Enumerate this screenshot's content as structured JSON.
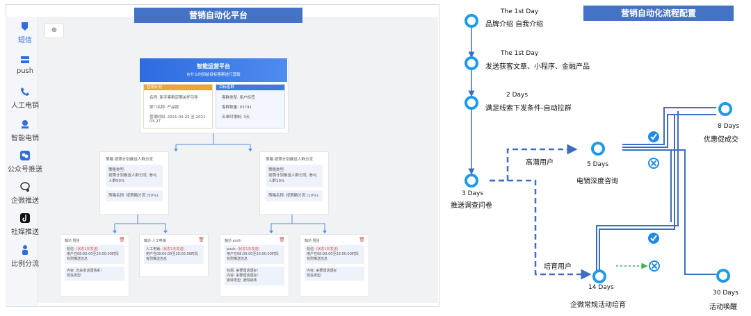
{
  "left": {
    "title": "营销自动化平台",
    "sidebar": [
      {
        "label": "短信",
        "icon": "sms-icon",
        "active": true
      },
      {
        "label": "push",
        "icon": "push-icon",
        "active": false
      },
      {
        "label": "人工电销",
        "icon": "phone-icon",
        "active": false
      },
      {
        "label": "智能电销",
        "icon": "headset-icon",
        "active": false
      },
      {
        "label": "公众号推送",
        "icon": "wechat-icon",
        "active": false
      },
      {
        "label": "企微推送",
        "icon": "wecom-icon",
        "active": false
      },
      {
        "label": "社媒推送",
        "icon": "tiktok-icon",
        "active": false
      },
      {
        "label": "比例分流",
        "icon": "split-icon",
        "active": false
      }
    ],
    "plan": {
      "title": "智能运营平台",
      "subtitle": "在什么时间给目标客群进行营销",
      "left_head": "营销计划",
      "left_lines": [
        "名称: 新手客群定期关怀引导",
        "部门名称: 产品部",
        "营销时间: 2021-03-25 至 2021-03-27"
      ],
      "right_head": "目标客群",
      "right_lines": [
        "客群类型: 用户标签",
        "客群数量: 03741",
        "名单时限制: 3天"
      ]
    },
    "strategies": [
      {
        "title": "策略:按照计划推送人群分流",
        "box1": [
          "策略类型:",
          "按照计划推送人群分流, 参与人群50%"
        ],
        "box2": "策略名称: 按策略分流 (50%)"
      },
      {
        "title": "策略:按照计划推送人群分流",
        "box1": [
          "策略类型:",
          "按照计划推送人群分流, 参与人群10%"
        ],
        "box2": "策略名称: 按策略分流 (10%)"
      }
    ],
    "touches": [
      {
        "title": "触达·短信",
        "l1a": "短信: ",
        "l1b": "(状态1天发送)",
        "l2": "用户在08:00:00至20:00:00时段",
        "l3": "有则推送信息",
        "l4": [
          "内容: 您来变话理情系!",
          "短信类型:"
        ]
      },
      {
        "title": "触达·人工电销",
        "l1a": "人工电销: ",
        "l1b": "(状态1天发送)",
        "l2": "用户在08:00:00至20:00:00时段",
        "l3": "有则推送信息",
        "l4": []
      },
      {
        "title": "触达·push",
        "l1a": "push: ",
        "l1b": "(状态1天发送)",
        "l2": "用户在08:00:00至20:00:00时段",
        "l3": "有则推送信息",
        "l4": [
          "标题: 来要理话理标!",
          "内容: 来要理话理标!",
          "跳转类型: 通知跳转"
        ]
      },
      {
        "title": "触达·短信",
        "l1a": "短信: ",
        "l1b": "(状态1天发送)",
        "l2": "用户在08:00:00至20:00:00时段",
        "l3": "有则推送信息",
        "l4": [
          "内容: 来要理话理标",
          "短信类型:"
        ]
      }
    ]
  },
  "right": {
    "title": "营销自动化流程配置",
    "steps": [
      {
        "day": "The 1st Day",
        "text": "品牌介绍 自我介绍"
      },
      {
        "day": "The 1st Day",
        "text": "发送获客文章、小程序、金融产品"
      },
      {
        "day": "2 Days",
        "text": "满足线索下发条件-自动拉群"
      },
      {
        "day": "3 Days",
        "text": "推送调查问卷"
      }
    ],
    "branch_high": "高潜用户",
    "branch_nurture": "培育用户",
    "node_5": {
      "day": "5 Days",
      "text": "电销深度咨询"
    },
    "node_8": {
      "day": "8 Days",
      "text": "优惠促成交"
    },
    "node_14": {
      "day": "14 Days",
      "text": "企微常规活动培育"
    },
    "node_30": {
      "day": "30 Days",
      "text": "活动唤醒"
    },
    "colors": {
      "accent": "#4472c4",
      "node": "#1e9be8",
      "line": "#3d6cc2",
      "green": "#3cb44b"
    }
  }
}
